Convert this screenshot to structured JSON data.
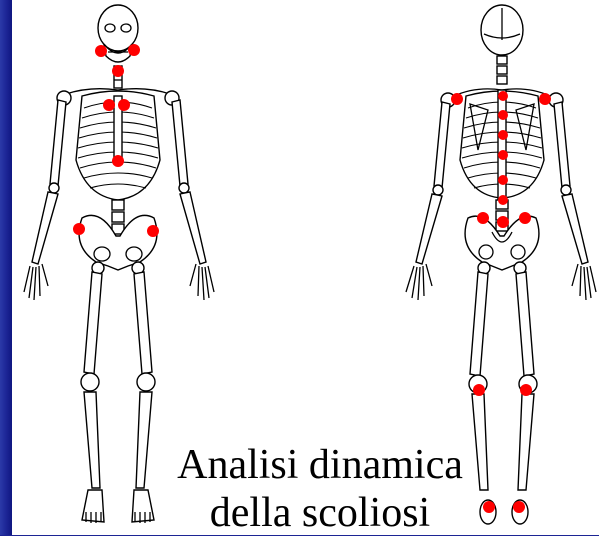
{
  "slide": {
    "title_line1": "Analisi dinamica",
    "title_line2": "della scoliosi"
  },
  "figures": {
    "left": {
      "view": "anterior",
      "marker_count": 8
    },
    "right": {
      "view": "posterior",
      "marker_count": 15
    }
  },
  "colors": {
    "frame": "#1c2494",
    "background": "#ffffff",
    "marker": "#ff0000",
    "outline": "#000000",
    "caption": "#000000"
  }
}
